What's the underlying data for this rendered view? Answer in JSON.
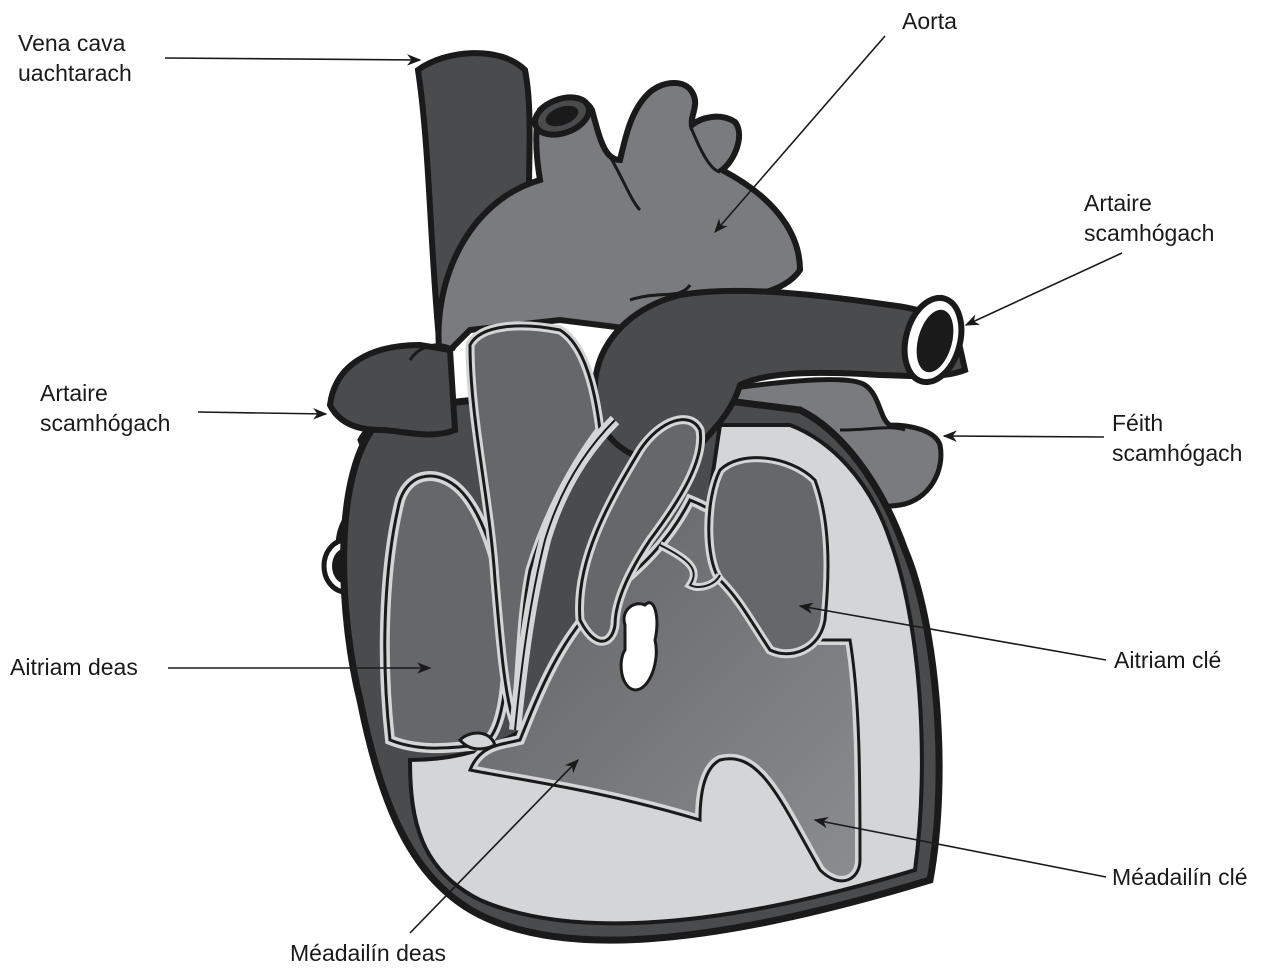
{
  "labels": {
    "vena_cava": {
      "line1": "Vena cava",
      "line2": "uachtarach"
    },
    "aorta": {
      "line1": "Aorta"
    },
    "pulmonary_artery_right": {
      "line1": "Artaire",
      "line2": "scamhógach"
    },
    "pulmonary_artery_left": {
      "line1": "Artaire",
      "line2": "scamhógach"
    },
    "pulmonary_vein": {
      "line1": "Féith",
      "line2": "scamhógach"
    },
    "right_atrium": {
      "line1": "Aitriam deas"
    },
    "left_atrium": {
      "line1": "Aitriam clé"
    },
    "left_ventricle": {
      "line1": "Méadailín clé"
    },
    "right_ventricle": {
      "line1": "Méadailín deas"
    }
  },
  "colors": {
    "outline": "#1a1a1a",
    "dark_vessel": "#4a4b4d",
    "mid_gray": "#7c7d80",
    "chamber": "#66676a",
    "wall_light": "#d4d5d6",
    "arrow": "#1a1a1a"
  }
}
